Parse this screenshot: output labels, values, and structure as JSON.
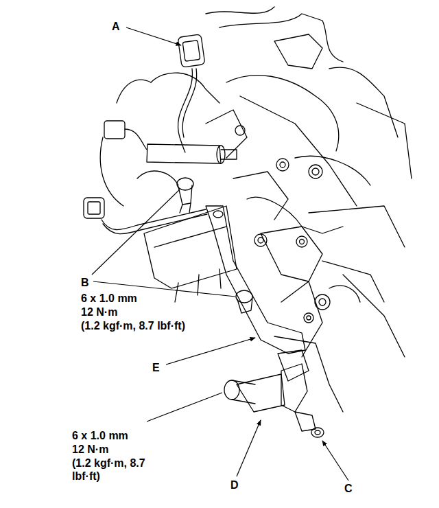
{
  "diagram": {
    "labels": [
      "A",
      "B",
      "6 x 1.0 mm",
      "12 N·m",
      "(1.2 kgf·m, 8.7 lbf·ft)",
      "E",
      "6 x 1.0 mm",
      "12 N·m",
      "(1.2 kgf·m, 8.7 lbf·ft)",
      "D",
      "C"
    ]
  }
}
